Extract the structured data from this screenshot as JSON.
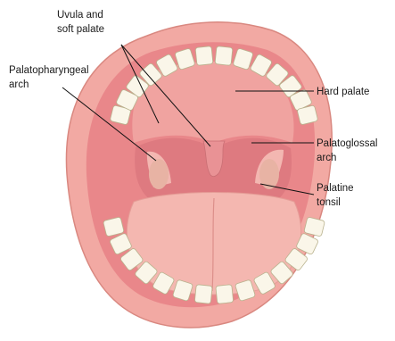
{
  "labels": {
    "uvula_line1": "Uvula and",
    "uvula_line2": "soft palate",
    "palatopharyngeal_line1": "Palatopharyngeal",
    "palatopharyngeal_line2": "arch",
    "hard_palate": "Hard palate",
    "palatoglossal_line1": "Palatoglossal",
    "palatoglossal_line2": "arch",
    "palatine_line1": "Palatine",
    "palatine_line2": "tonsil"
  },
  "colors": {
    "lips": "#f2a9a3",
    "lip_outline": "#d98880",
    "palate": "#f0a3a0",
    "tongue": "#f4b7b0",
    "throat": "#e9878a",
    "teeth": "#faf6e9",
    "tooth_outline": "#b9b28e",
    "tonsil": "#e8b3a4"
  }
}
